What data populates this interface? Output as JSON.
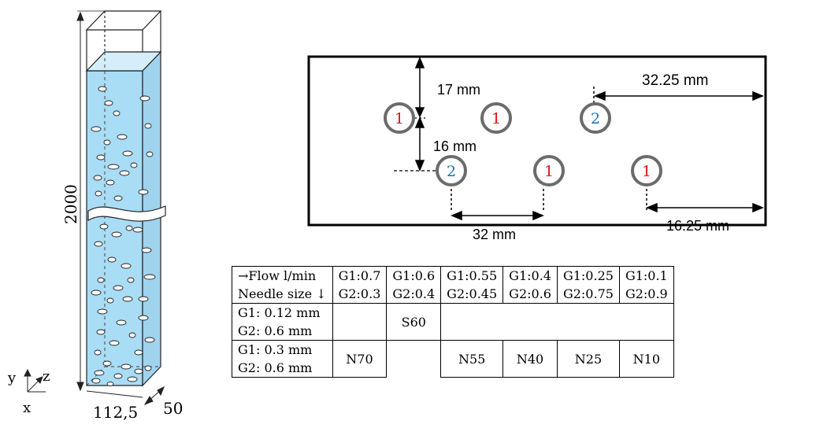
{
  "column": {
    "height_label": "2000",
    "width_label": "112,5",
    "depth_label": "50",
    "axes": {
      "y": "y",
      "z": "z",
      "x": "x"
    },
    "water_color": "#a9dcf5",
    "outline_color": "#222222"
  },
  "plate": {
    "dim_17": "17 mm",
    "dim_16": "16 mm",
    "dim_32_25": "32.25 mm",
    "dim_32": "32 mm",
    "dim_16_25": "16.25 mm",
    "holes": [
      {
        "group": "1",
        "color": "#e0141e"
      },
      {
        "group": "1",
        "color": "#e0141e"
      },
      {
        "group": "2",
        "color": "#1a6fb5"
      },
      {
        "group": "2",
        "color": "#1a6fb5"
      },
      {
        "group": "1",
        "color": "#e0141e"
      },
      {
        "group": "1",
        "color": "#e0141e"
      }
    ]
  },
  "table": {
    "header": {
      "row_label_1": "→Flow l/min",
      "row_label_2": "Needle size ↓",
      "flows": [
        {
          "g1": "G1:0.7",
          "g2": "G2:0.3"
        },
        {
          "g1": "G1:0.6",
          "g2": "G2:0.4"
        },
        {
          "g1": "G1:0.55",
          "g2": "G2:0.45"
        },
        {
          "g1": "G1:0.4",
          "g2": "G2:0.6"
        },
        {
          "g1": "G1:0.25",
          "g2": "G2:0.75"
        },
        {
          "g1": "G1:0.1",
          "g2": "G2:0.9"
        }
      ]
    },
    "rows": [
      {
        "g1": "G1: 0.12 mm",
        "g2": "G2: 0.6 mm",
        "cells": [
          "",
          "S60",
          "",
          "",
          "",
          ""
        ]
      },
      {
        "g1": "G1: 0.3 mm",
        "g2": "G2: 0.6 mm",
        "cells": [
          "N70",
          "",
          "N55",
          "N40",
          "N25",
          "N10"
        ]
      }
    ]
  }
}
